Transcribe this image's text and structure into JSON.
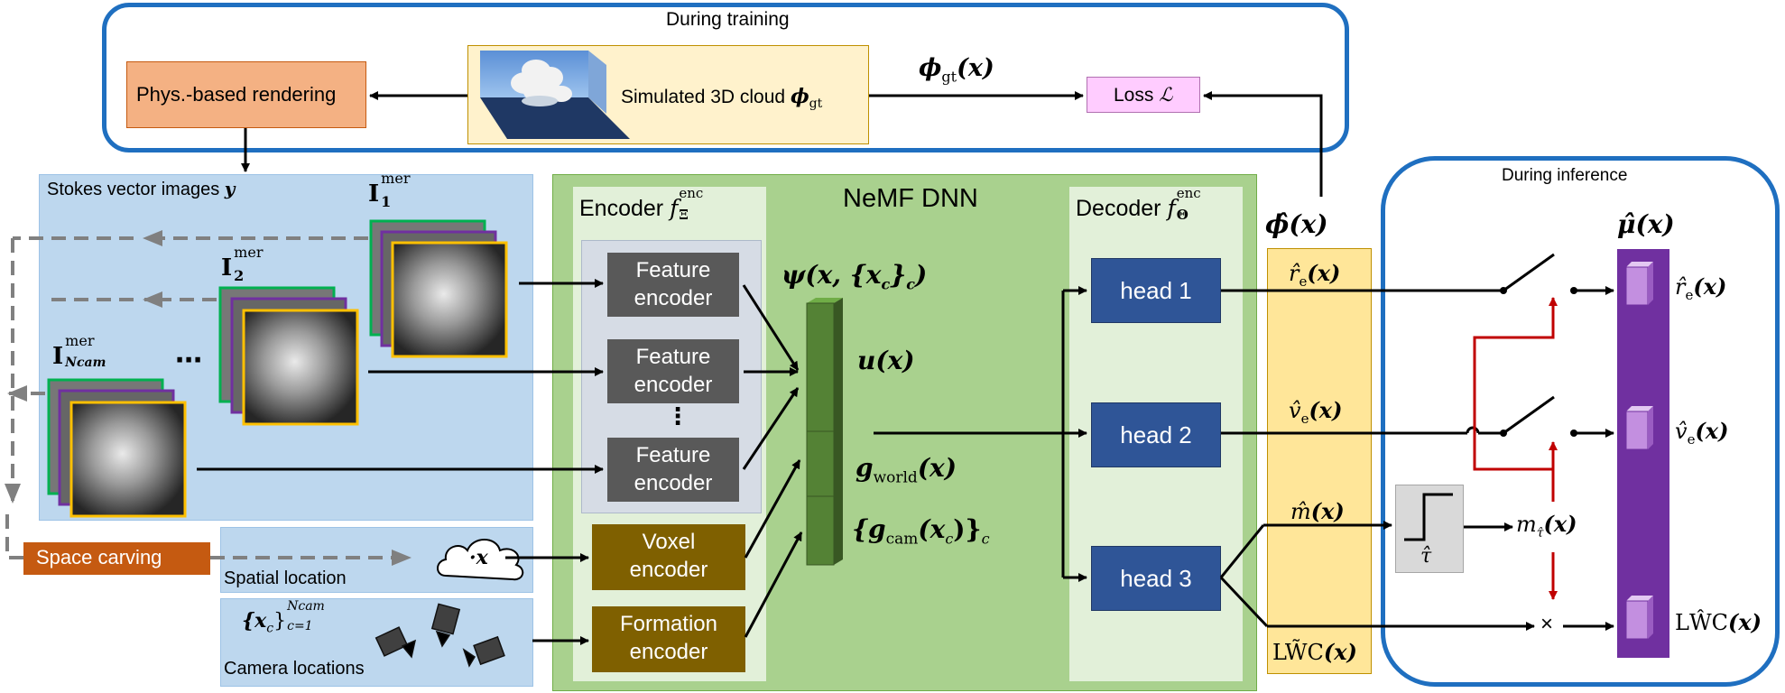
{
  "training": {
    "title": "During training"
  },
  "inference": {
    "title": "During inference"
  },
  "phys_rendering": {
    "label": "Phys.-based rendering"
  },
  "simulated_cloud": {
    "label": "Simulated 3D cloud",
    "symbol": "ϕ",
    "subscript": "gt"
  },
  "gt_field": {
    "symbol": "ϕ",
    "subscript": "gt",
    "argument": "(x)"
  },
  "loss": {
    "label": "Loss",
    "symbol": "ℒ"
  },
  "stokes": {
    "label": "Stokes vector images",
    "symbol": "y"
  },
  "image_labels": [
    {
      "symbol": "I",
      "sub": "1",
      "sup": "mer"
    },
    {
      "symbol": "I",
      "sub": "2",
      "sup": "mer"
    },
    {
      "symbol": "I",
      "sub": "Ncam",
      "sup": "mer"
    }
  ],
  "dots": "⋯",
  "space_carving": {
    "label": "Space carving"
  },
  "spatial_location": {
    "label": "Spatial location",
    "point": "·x"
  },
  "camera_locations": {
    "label": "Camera locations",
    "set": "{x",
    "c_sub": "c",
    "close": "}",
    "range_sub": "c=1",
    "range_sup": "Ncam"
  },
  "nemf": {
    "title": "NeMF DNN"
  },
  "encoder": {
    "label": "Encoder",
    "f": "f",
    "sup": "enc",
    "sub": "Ξ"
  },
  "decoder": {
    "label": "Decoder",
    "f": "f",
    "sup": "enc",
    "sub": "Θ"
  },
  "feature_encoders": [
    {
      "line1": "Feature",
      "line2": "encoder"
    },
    {
      "line1": "Feature",
      "line2": "encoder"
    },
    {
      "line1": "Feature",
      "line2": "encoder"
    }
  ],
  "vertical_dots": "⋮",
  "voxel_encoder": {
    "line1": "Voxel",
    "line2": "encoder"
  },
  "formation_encoder": {
    "line1": "Formation",
    "line2": "encoder"
  },
  "psi": {
    "text": "ψ(x, {x",
    "sub": "c",
    "close": "}",
    "sub2": "c",
    "end": ")"
  },
  "u": {
    "text": "u(x)"
  },
  "g_world": {
    "g": "g",
    "sub": "world",
    "arg": "(x)"
  },
  "g_cam": {
    "open": "{g",
    "sub": "cam",
    "arg": "(x",
    "arg_sub": "c",
    "close": ")}",
    "outer_sub": "c"
  },
  "heads": [
    "head 1",
    "head 2",
    "head 3"
  ],
  "phi_hat": {
    "text": "ϕ̂(x)"
  },
  "outputs": {
    "r_e": {
      "base": "r̂",
      "sub": "e",
      "arg": "(x)"
    },
    "v_e": {
      "base": "v̂",
      "sub": "e",
      "arg": "(x)"
    },
    "m": {
      "base": "m̂",
      "arg": "(x)"
    },
    "lwc": {
      "base": "LW̃C",
      "arg": "(x)"
    }
  },
  "mu_hat": {
    "text": "μ̂(x)"
  },
  "final_outputs": {
    "r_e": {
      "base": "r̂",
      "sub": "e",
      "arg": "(x)"
    },
    "v_e": {
      "base": "v̂",
      "sub": "e",
      "arg": "(x)"
    },
    "lwc": {
      "base": "LŴC",
      "arg": "(x)"
    }
  },
  "threshold": {
    "symbol": "τ̂"
  },
  "mask": {
    "base": "m",
    "sub": "τ̂",
    "arg": "(x)"
  },
  "multiply": "×",
  "colors": {
    "frame_blue": "#1f6fc0",
    "arrow_red": "#c00000",
    "purple": "#7030a0",
    "nemf_green": "#a9d18e"
  }
}
